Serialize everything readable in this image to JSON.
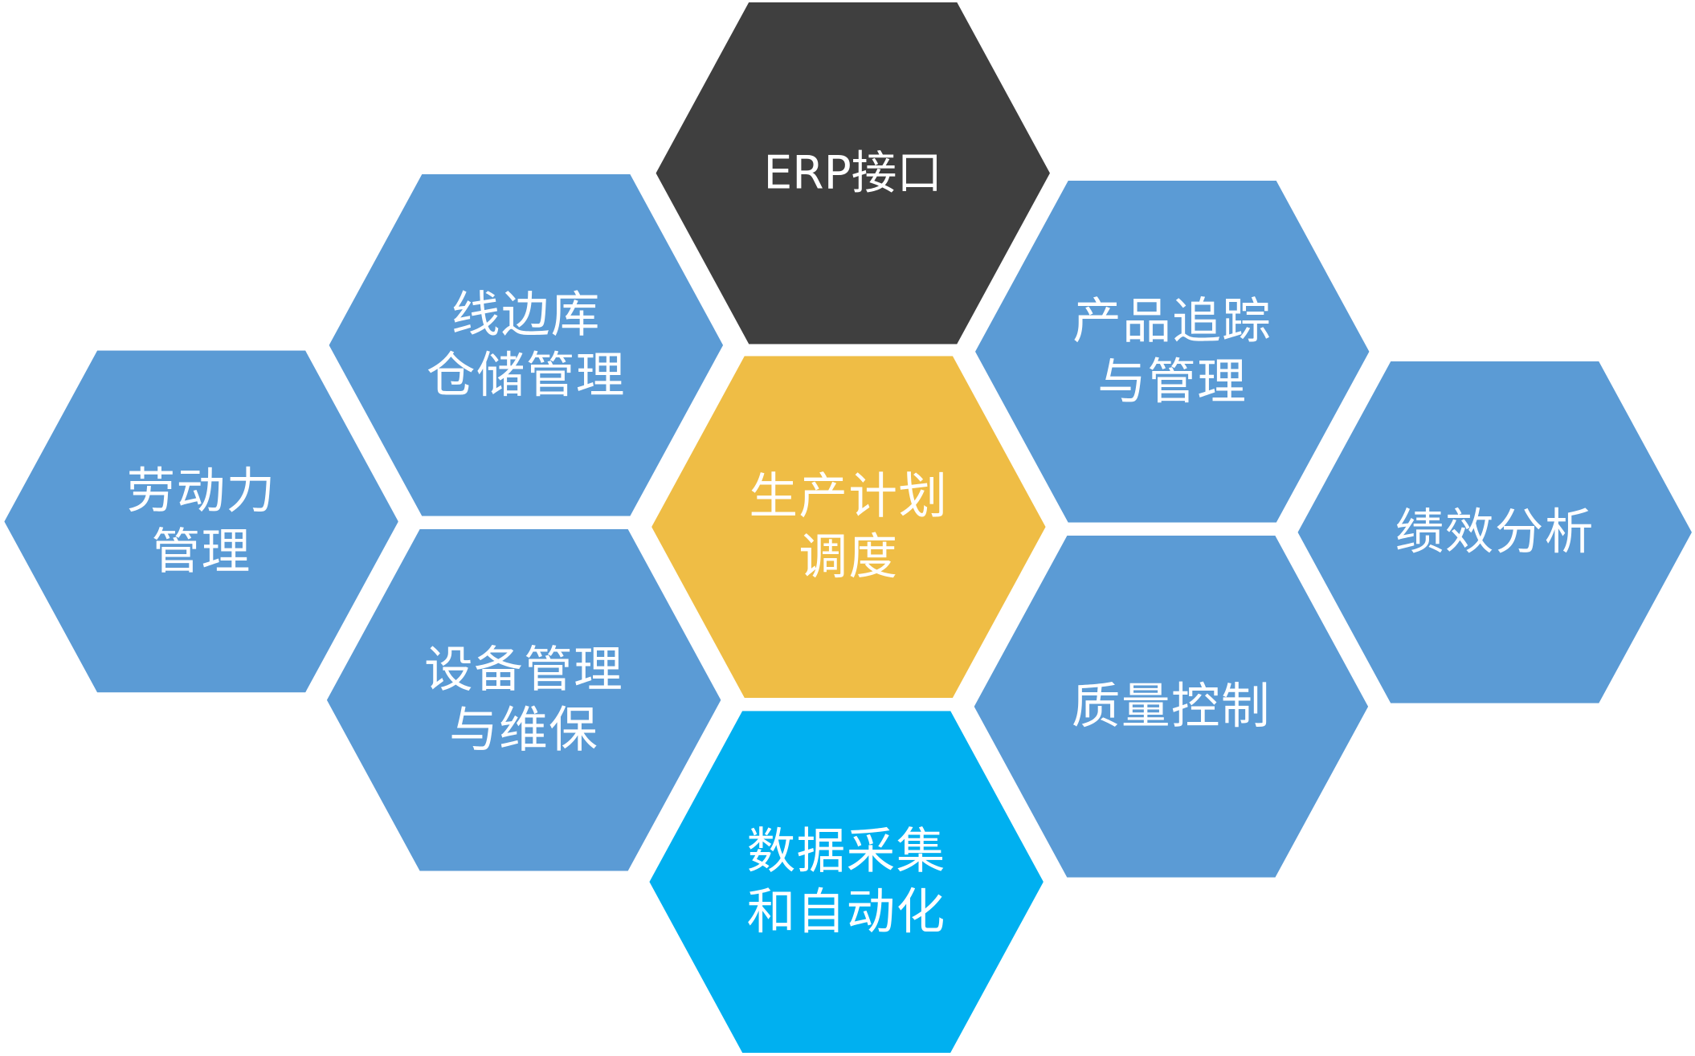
{
  "colors": {
    "module_blue": "#5b9bd5",
    "center_gold": "#efbd45",
    "erp_dark": "#3f3f3f",
    "data_cyan": "#00b0f0",
    "text": "#ffffff"
  },
  "modules": [
    {
      "id": "erp",
      "lines": [
        "ERP接口"
      ],
      "color": "erp_dark"
    },
    {
      "id": "warehouse",
      "lines": [
        "线边库",
        "仓储管理"
      ],
      "color": "module_blue"
    },
    {
      "id": "labor",
      "lines": [
        "劳动力",
        "管理"
      ],
      "color": "module_blue"
    },
    {
      "id": "center",
      "lines": [
        "生产计划",
        "调度"
      ],
      "color": "center_gold"
    },
    {
      "id": "equipment",
      "lines": [
        "设备管理",
        "与维保"
      ],
      "color": "module_blue"
    },
    {
      "id": "data",
      "lines": [
        "数据采集",
        "和自动化"
      ],
      "color": "data_cyan"
    },
    {
      "id": "tracking",
      "lines": [
        "产品追踪",
        "与管理"
      ],
      "color": "module_blue"
    },
    {
      "id": "quality",
      "lines": [
        "质量控制"
      ],
      "color": "module_blue"
    },
    {
      "id": "performance",
      "lines": [
        "绩效分析"
      ],
      "color": "module_blue"
    }
  ]
}
